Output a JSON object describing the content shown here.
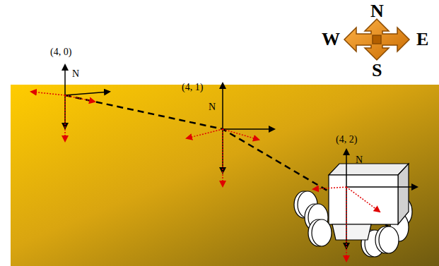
{
  "diagram": {
    "labels": [
      "N",
      "W",
      "E",
      "S",
      "(4, 0)",
      "N",
      "(4, 1)",
      "N",
      "(4, 2)",
      "N"
    ]
  }
}
